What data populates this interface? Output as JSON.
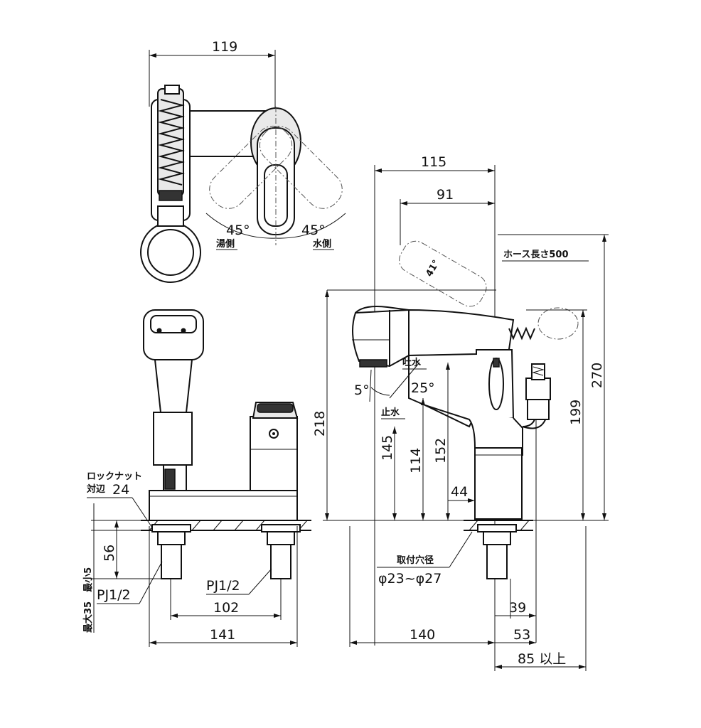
{
  "dimensions": {
    "top_width": "119",
    "side_depth_total": "115",
    "side_spout_reach": "91",
    "angle_left": "45°",
    "angle_right": "45°",
    "hose_angle": "41°",
    "height_total": "270",
    "height_218": "218",
    "height_199": "199",
    "height_152": "152",
    "height_145": "145",
    "height_114": "114",
    "width_44": "44",
    "spout_angle_5": "5°",
    "spout_angle_25": "25°",
    "mount_56": "56",
    "max_min": "最大35　最小5",
    "pitch_102": "102",
    "base_141": "141",
    "base_140": "140",
    "dim_39": "39",
    "dim_53": "53",
    "clearance_85": "85 以上",
    "locknut_24": "24",
    "mount_hole": "φ23~φ27"
  },
  "labels": {
    "hot_side": "湯側",
    "cold_side": "水側",
    "hose_length": "ホース長さ500",
    "locknut": "ロックナット",
    "across_flats": "対辺",
    "pj_left": "PJ1/2",
    "pj_right": "PJ1/2",
    "spout_water": "吐水",
    "stop_water": "止水",
    "mount_hole_title": "取付穴径"
  }
}
